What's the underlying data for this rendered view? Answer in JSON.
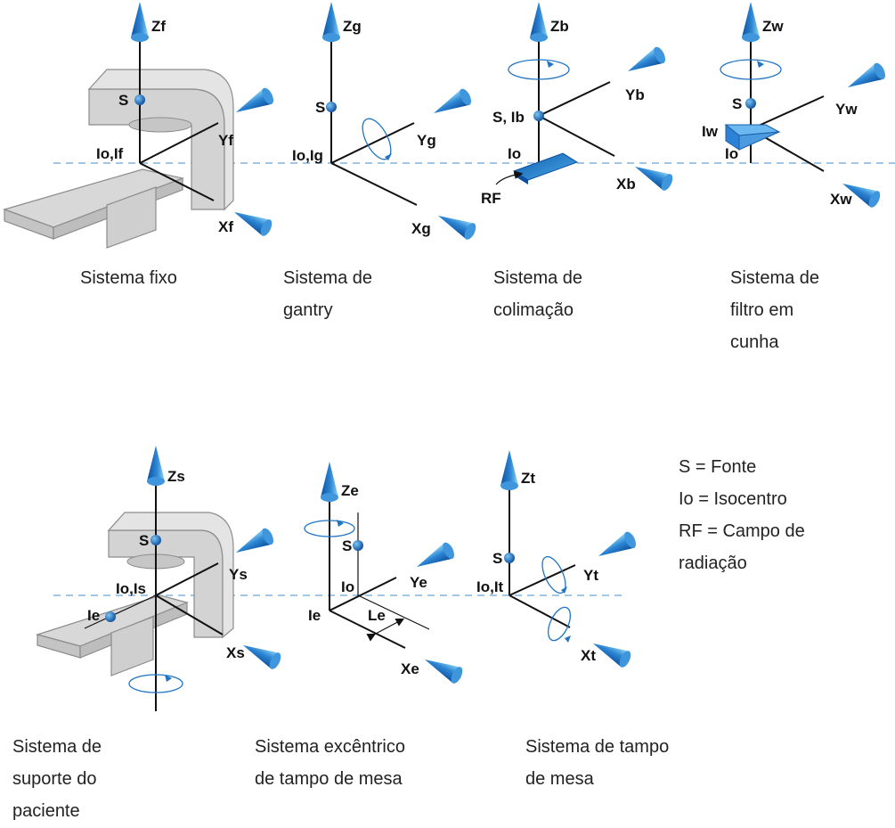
{
  "colors": {
    "cone": "#1f6fc1",
    "cone_highlight": "#5bb8f0",
    "dashed_line": "#6aa5d8",
    "machine_gray": "#d3d3d3",
    "machine_edge": "#8c8c8c",
    "field_blue": "#1c76c9",
    "wedge_blue": "#2e82d6"
  },
  "diagrams": {
    "fixed": {
      "caption": [
        "Sistema fixo"
      ],
      "labels": {
        "z": "Zf",
        "y": "Yf",
        "x": "Xf",
        "source": "S",
        "origin": "Io,If"
      },
      "icons": [
        "linac-gantry-icon",
        "patient-couch-icon",
        "axis-cone-icon"
      ]
    },
    "gantry": {
      "caption": [
        "Sistema de",
        "gantry"
      ],
      "labels": {
        "z": "Zg",
        "y": "Yg",
        "x": "Xg",
        "source": "S",
        "origin": "Io,Ig"
      },
      "icons": [
        "rotation-arrow-icon",
        "axis-cone-icon"
      ]
    },
    "collimation": {
      "caption": [
        "Sistema de",
        "colimação"
      ],
      "labels": {
        "z": "Zb",
        "y": "Yb",
        "x": "Xb",
        "source": "S, Ib",
        "origin": "Io",
        "field": "RF"
      },
      "icons": [
        "rotation-arrow-icon",
        "radiation-field-icon",
        "axis-cone-icon"
      ]
    },
    "wedge": {
      "caption": [
        "Sistema de",
        "filtro em",
        "cunha"
      ],
      "labels": {
        "z": "Zw",
        "y": "Yw",
        "x": "Xw",
        "source": "S",
        "origin": "Io",
        "wedge": "Iw"
      },
      "icons": [
        "rotation-arrow-icon",
        "wedge-filter-icon",
        "axis-cone-icon"
      ]
    },
    "patient_support": {
      "caption": [
        "Sistema de",
        "suporte do",
        "paciente"
      ],
      "labels": {
        "z": "Zs",
        "y": "Ys",
        "x": "Xs",
        "source": "S",
        "origin": "Io,Is",
        "eccentric": "Ie"
      },
      "icons": [
        "linac-gantry-icon",
        "patient-couch-icon",
        "rotation-arrow-icon",
        "axis-cone-icon"
      ]
    },
    "eccentric": {
      "caption": [
        "Sistema excêntrico",
        "de tampo de mesa"
      ],
      "labels": {
        "z": "Ze",
        "y": "Ye",
        "x": "Xe",
        "source": "S",
        "origin": "Io",
        "eccentric": "Ie",
        "distance": "Le"
      },
      "icons": [
        "rotation-arrow-icon",
        "axis-cone-icon"
      ]
    },
    "tabletop": {
      "caption": [
        "Sistema de tampo",
        "de mesa"
      ],
      "labels": {
        "z": "Zt",
        "y": "Yt",
        "x": "Xt",
        "source": "S",
        "origin": "Io,It"
      },
      "icons": [
        "rotation-arrow-icon",
        "axis-cone-icon"
      ]
    }
  },
  "legend": [
    "S = Fonte",
    "Io = Isocentro",
    "RF = Campo de",
    "radiação"
  ]
}
